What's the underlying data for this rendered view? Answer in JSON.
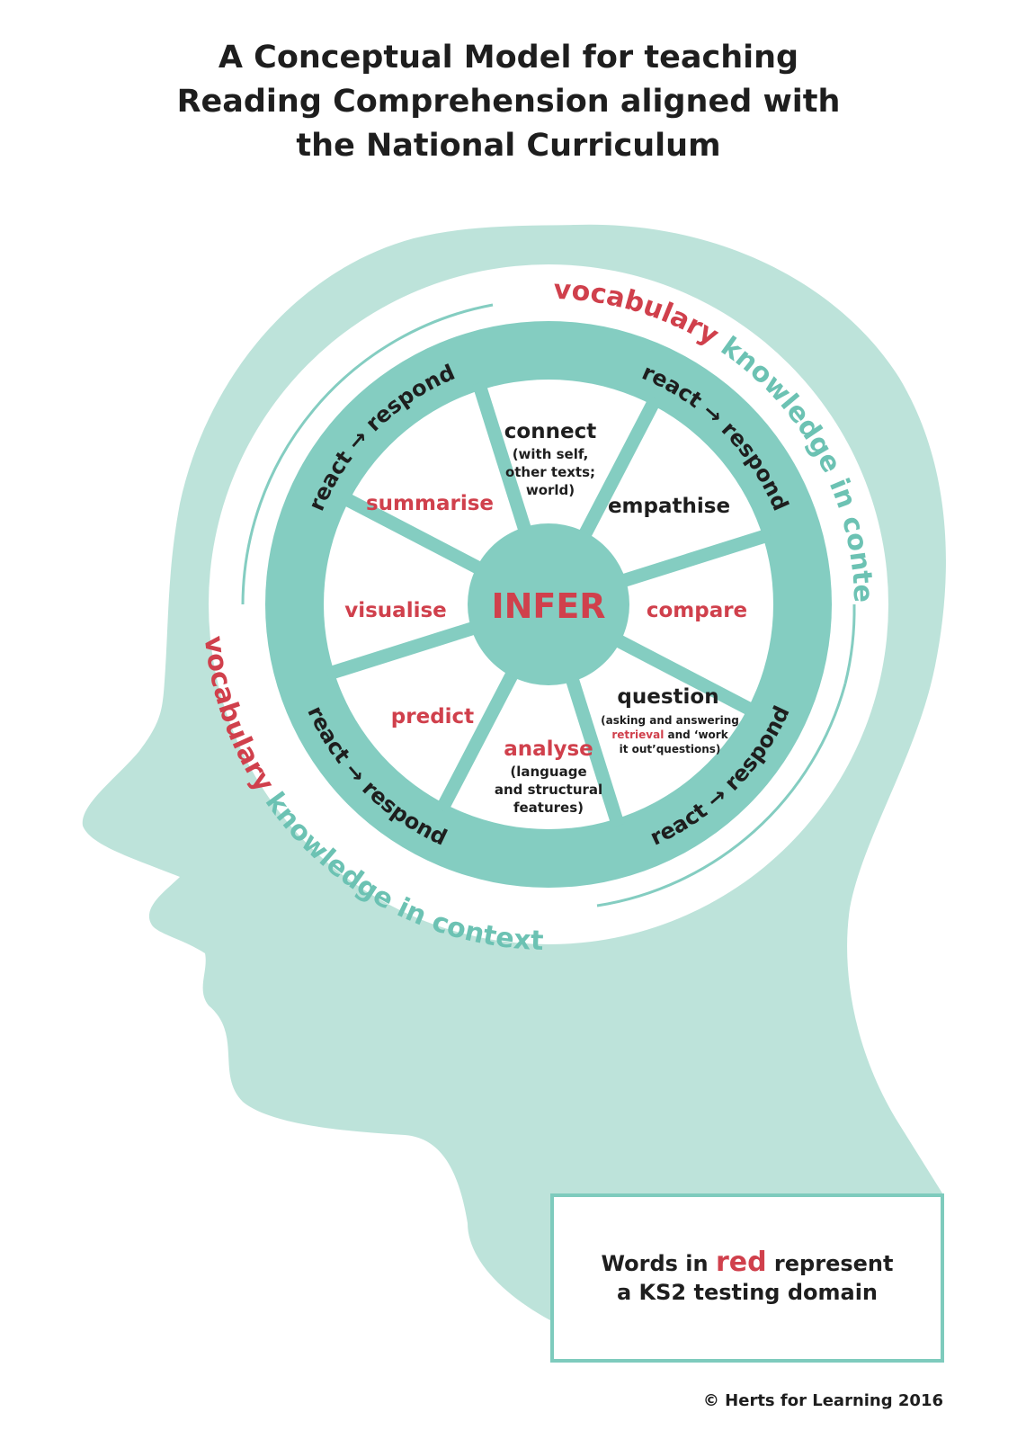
{
  "title": {
    "line1": "A Conceptual Model for teaching",
    "line2": "Reading Comprehension aligned with",
    "line3": "the National Curriculum"
  },
  "colors": {
    "head": "#bde3da",
    "ring": "#84cdc1",
    "spoke": "#84cdc1",
    "red": "#d0404c",
    "teal_text": "#6cc2b3",
    "dark_text": "#1e1e1e"
  },
  "outer_ring": {
    "top_red": "vocabulary",
    "top_teal": "knowledge in context",
    "bottom_red": "vocabulary",
    "bottom_teal": "knowledge in context"
  },
  "wheel_ring": {
    "react_respond_1": "react → respond",
    "react_respond_2": "react → respond",
    "react_respond_3": "react → respond",
    "react_respond_4": "react → respond"
  },
  "hub": {
    "label": "INFER"
  },
  "segments": {
    "connect": {
      "label": "connect",
      "sub1": "(with self,",
      "sub2": "other texts;",
      "sub3": "world)"
    },
    "empathise": {
      "label": "empathise"
    },
    "compare": {
      "label": "compare"
    },
    "question": {
      "label": "question",
      "sub1": "(asking and answering",
      "sub2_red": "retrieval",
      "sub2_rest": " and ‘work",
      "sub3": "it out’questions)"
    },
    "analyse": {
      "label": "analyse",
      "sub1": "(language",
      "sub2": "and structural",
      "sub3": "features)"
    },
    "predict": {
      "label": "predict"
    },
    "visualise": {
      "label": "visualise"
    },
    "summarise": {
      "label": "summarise"
    }
  },
  "legend": {
    "part1": "Words in ",
    "red_word": "red",
    "part2": " represent",
    "line2": "a KS2 testing domain"
  },
  "copyright": "© Herts for Learning 2016"
}
